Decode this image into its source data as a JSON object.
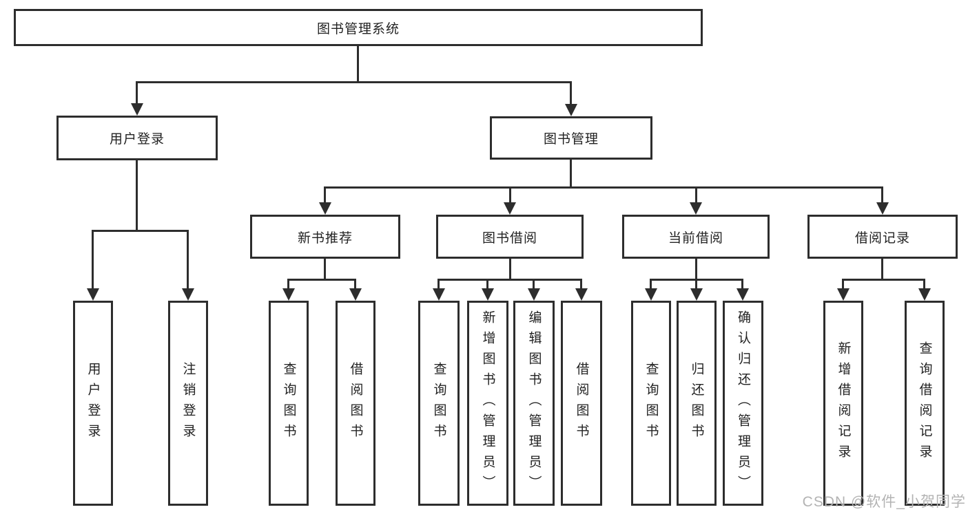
{
  "diagram": {
    "type": "hierarchy-tree",
    "orientation": "top-down",
    "levels": 4
  },
  "colors": {
    "background": "#ffffff",
    "border": "#2d2d2d",
    "line": "#2d2d2d",
    "text": "#222222",
    "watermark": "#b3b3b3"
  },
  "tree": {
    "root": {
      "label": "图书管理系统",
      "children": [
        {
          "label": "用户登录",
          "children": [
            {
              "label": "用户登录"
            },
            {
              "label": "注销登录"
            }
          ]
        },
        {
          "label": "图书管理",
          "children": [
            {
              "label": "新书推荐",
              "children": [
                {
                  "label": "查询图书"
                },
                {
                  "label": "借阅图书"
                }
              ]
            },
            {
              "label": "图书借阅",
              "children": [
                {
                  "label": "查询图书"
                },
                {
                  "label": "新增图书（管理员）"
                },
                {
                  "label": "编辑图书（管理员）"
                },
                {
                  "label": "借阅图书"
                }
              ]
            },
            {
              "label": "当前借阅",
              "children": [
                {
                  "label": "查询图书"
                },
                {
                  "label": "归还图书"
                },
                {
                  "label": "确认归还（管理员）"
                }
              ]
            },
            {
              "label": "借阅记录",
              "children": [
                {
                  "label": "新增借阅记录"
                },
                {
                  "label": "查询借阅记录"
                }
              ]
            }
          ]
        }
      ]
    }
  },
  "watermark": {
    "text": "CSDN @软件_小贺同学"
  }
}
